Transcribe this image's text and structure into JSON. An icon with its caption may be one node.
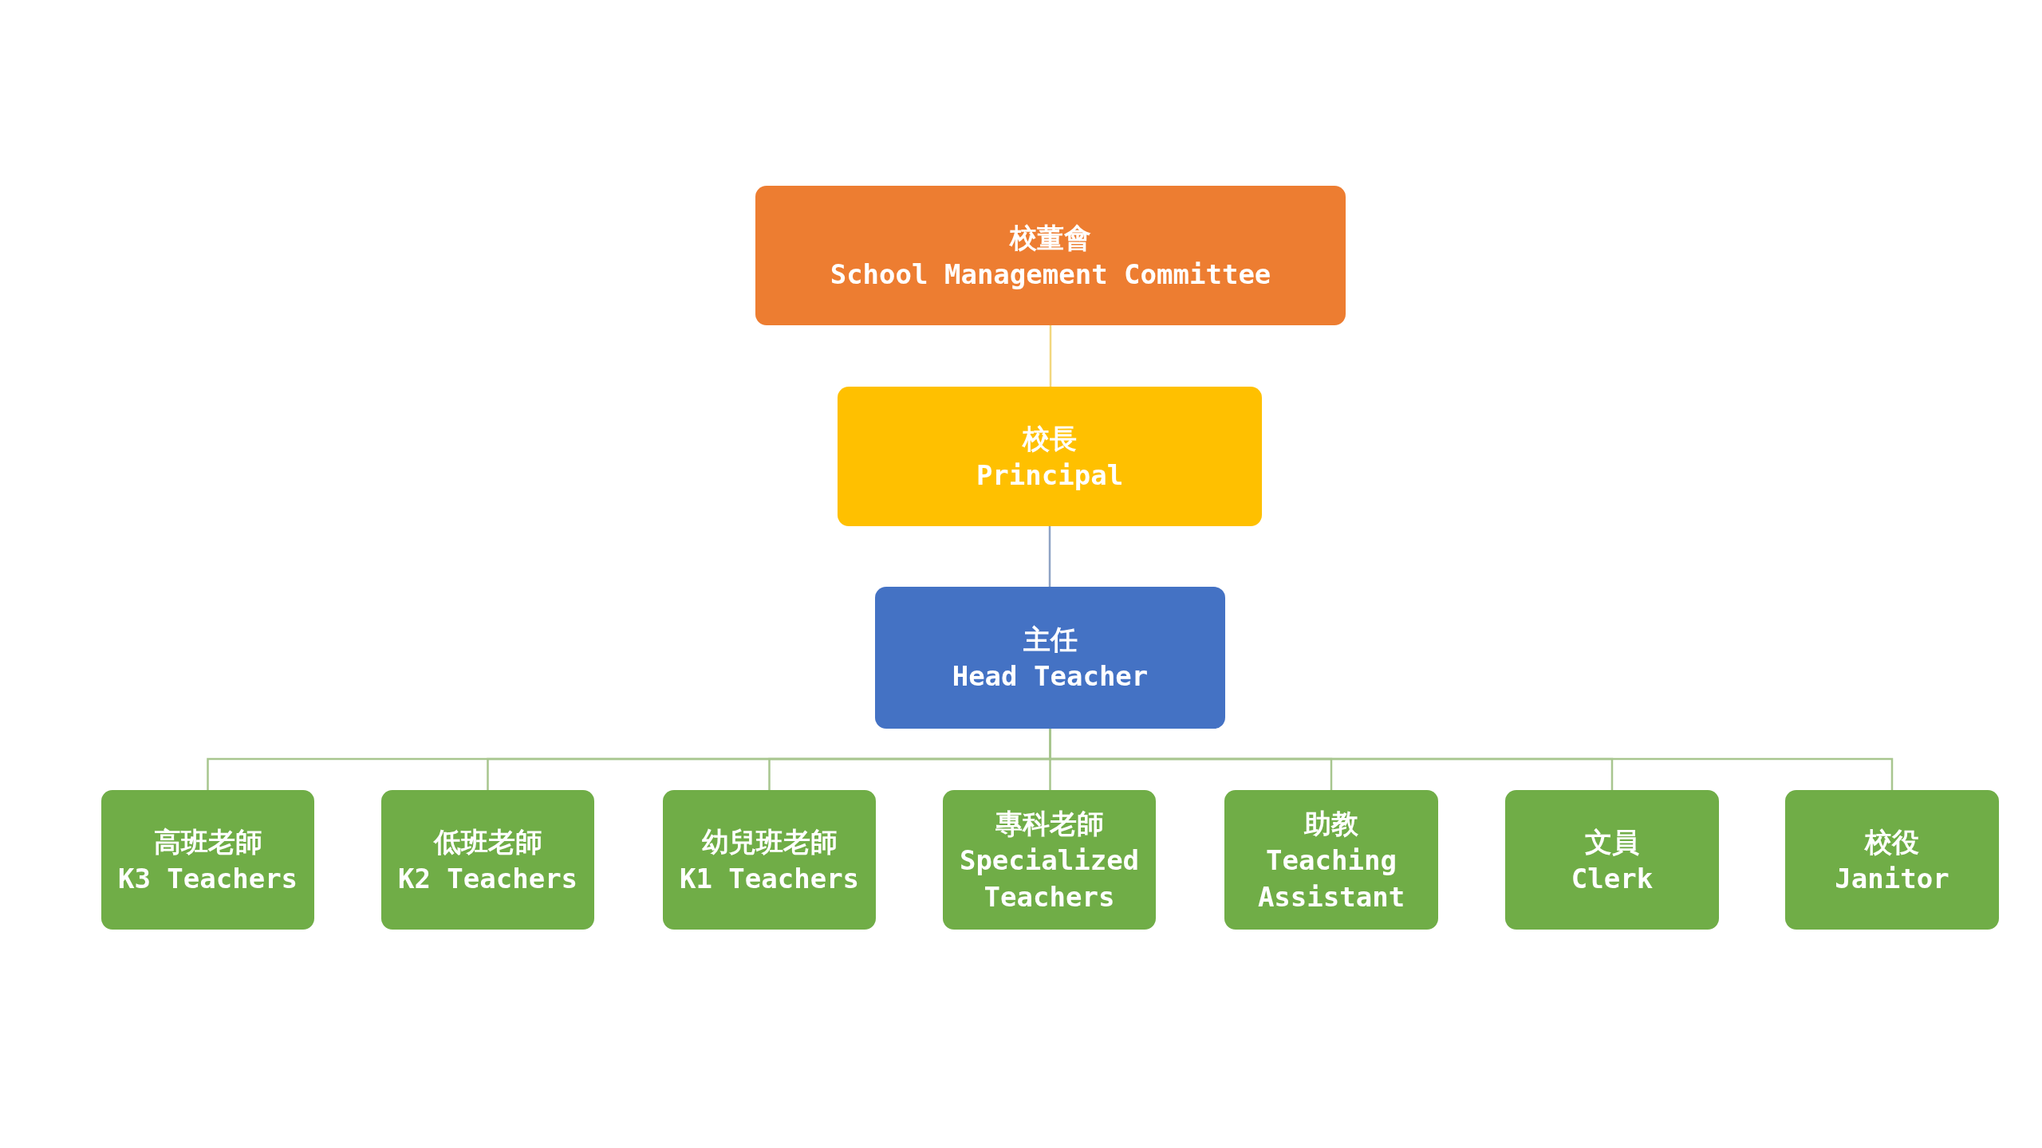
{
  "diagram": {
    "nodes": [
      {
        "text": [
          "校董會",
          "School Management Committee"
        ]
      },
      {
        "text": [
          "校長",
          "Principal"
        ]
      },
      {
        "text": [
          "主任",
          "Head Teacher"
        ]
      },
      {
        "text": [
          "高班老師",
          "K3 Teachers"
        ]
      },
      {
        "text": [
          "低班老師",
          "K2 Teachers"
        ]
      },
      {
        "text": [
          "幼兒班老師",
          "K1 Teachers"
        ]
      },
      {
        "text": [
          "專科老師",
          "Specialized Teachers"
        ]
      },
      {
        "text": [
          "助教",
          "Teaching Assistant"
        ]
      },
      {
        "text": [
          "文員",
          "Clerk"
        ]
      },
      {
        "text": [
          "校役",
          "Janitor"
        ]
      }
    ],
    "edges": [
      {
        "from": 0,
        "to": 1,
        "arrow": "none",
        "color": "#f2d77e"
      },
      {
        "from": 1,
        "to": 2,
        "arrow": "none",
        "color": "#8fa3c4"
      },
      {
        "from": 2,
        "to": 3,
        "arrow": "none"
      },
      {
        "from": 2,
        "to": 4,
        "arrow": "none"
      },
      {
        "from": 2,
        "to": 5,
        "arrow": "none"
      },
      {
        "from": 2,
        "to": 6,
        "arrow": "none"
      },
      {
        "from": 2,
        "to": 7,
        "arrow": "none"
      },
      {
        "from": 2,
        "to": 8,
        "arrow": "none"
      },
      {
        "from": 2,
        "to": 9,
        "arrow": "none"
      }
    ]
  }
}
